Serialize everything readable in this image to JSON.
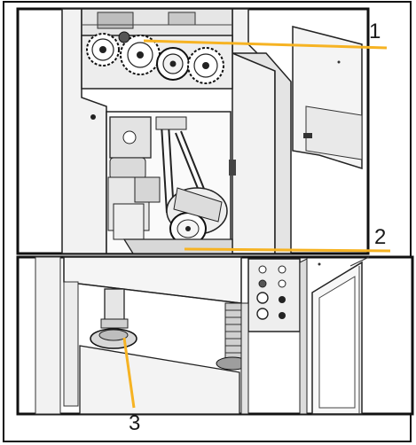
{
  "callouts": [
    {
      "number": "1",
      "target": "drive-gears"
    },
    {
      "number": "2",
      "target": "motor-pulley"
    },
    {
      "number": "3",
      "target": "leveling-foot"
    }
  ],
  "colors": {
    "leader": "#f6b323",
    "frame": "#111111",
    "line": "#1f1f1f",
    "light_fill": "#f3f3f3",
    "mid_fill": "#d9d9d9",
    "dark_fill": "#8a8a8a"
  }
}
